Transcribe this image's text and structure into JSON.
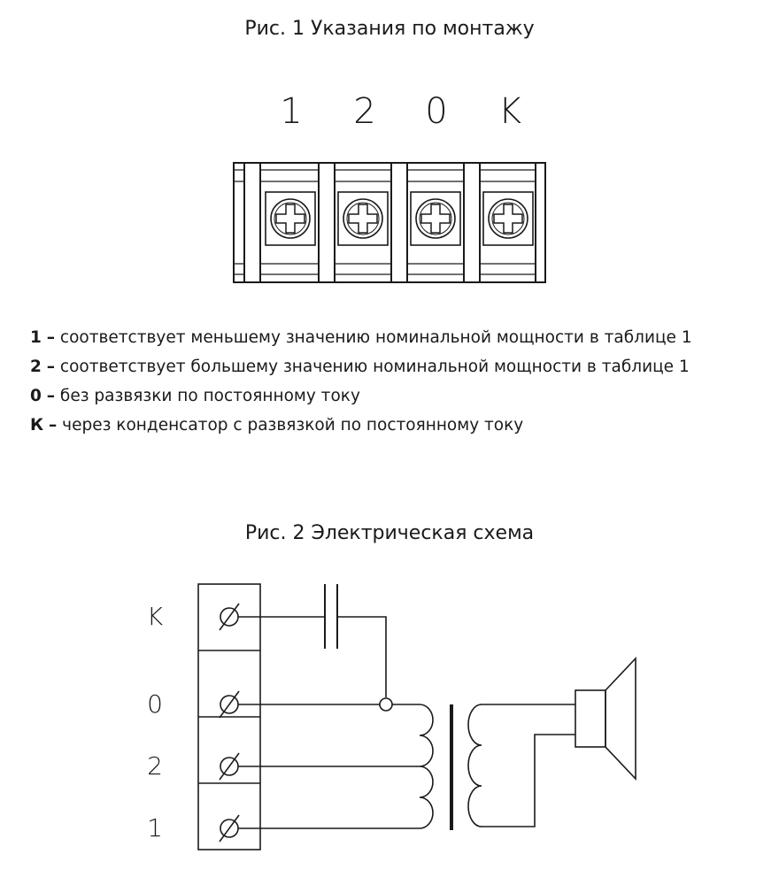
{
  "figure1": {
    "title": "Рис. 1 Указания по монтажу",
    "terminal_labels": [
      "1",
      "2",
      "0",
      "K"
    ]
  },
  "legend": [
    {
      "key": "1",
      "dash": "–",
      "text": "соответствует меньшему значению номинальной мощности в таблице 1"
    },
    {
      "key": "2",
      "dash": "–",
      "text": "соответствует большему значению номинальной мощности в таблице 1"
    },
    {
      "key": "0",
      "dash": "–",
      "text": "без развязки по постоянному току"
    },
    {
      "key": "К",
      "dash": "–",
      "text": "через конденсатор с развязкой по постоянному току"
    }
  ],
  "figure2": {
    "title": "Рис. 2 Электрическая схема",
    "terminal_labels": [
      "K",
      "0",
      "2",
      "1"
    ]
  }
}
